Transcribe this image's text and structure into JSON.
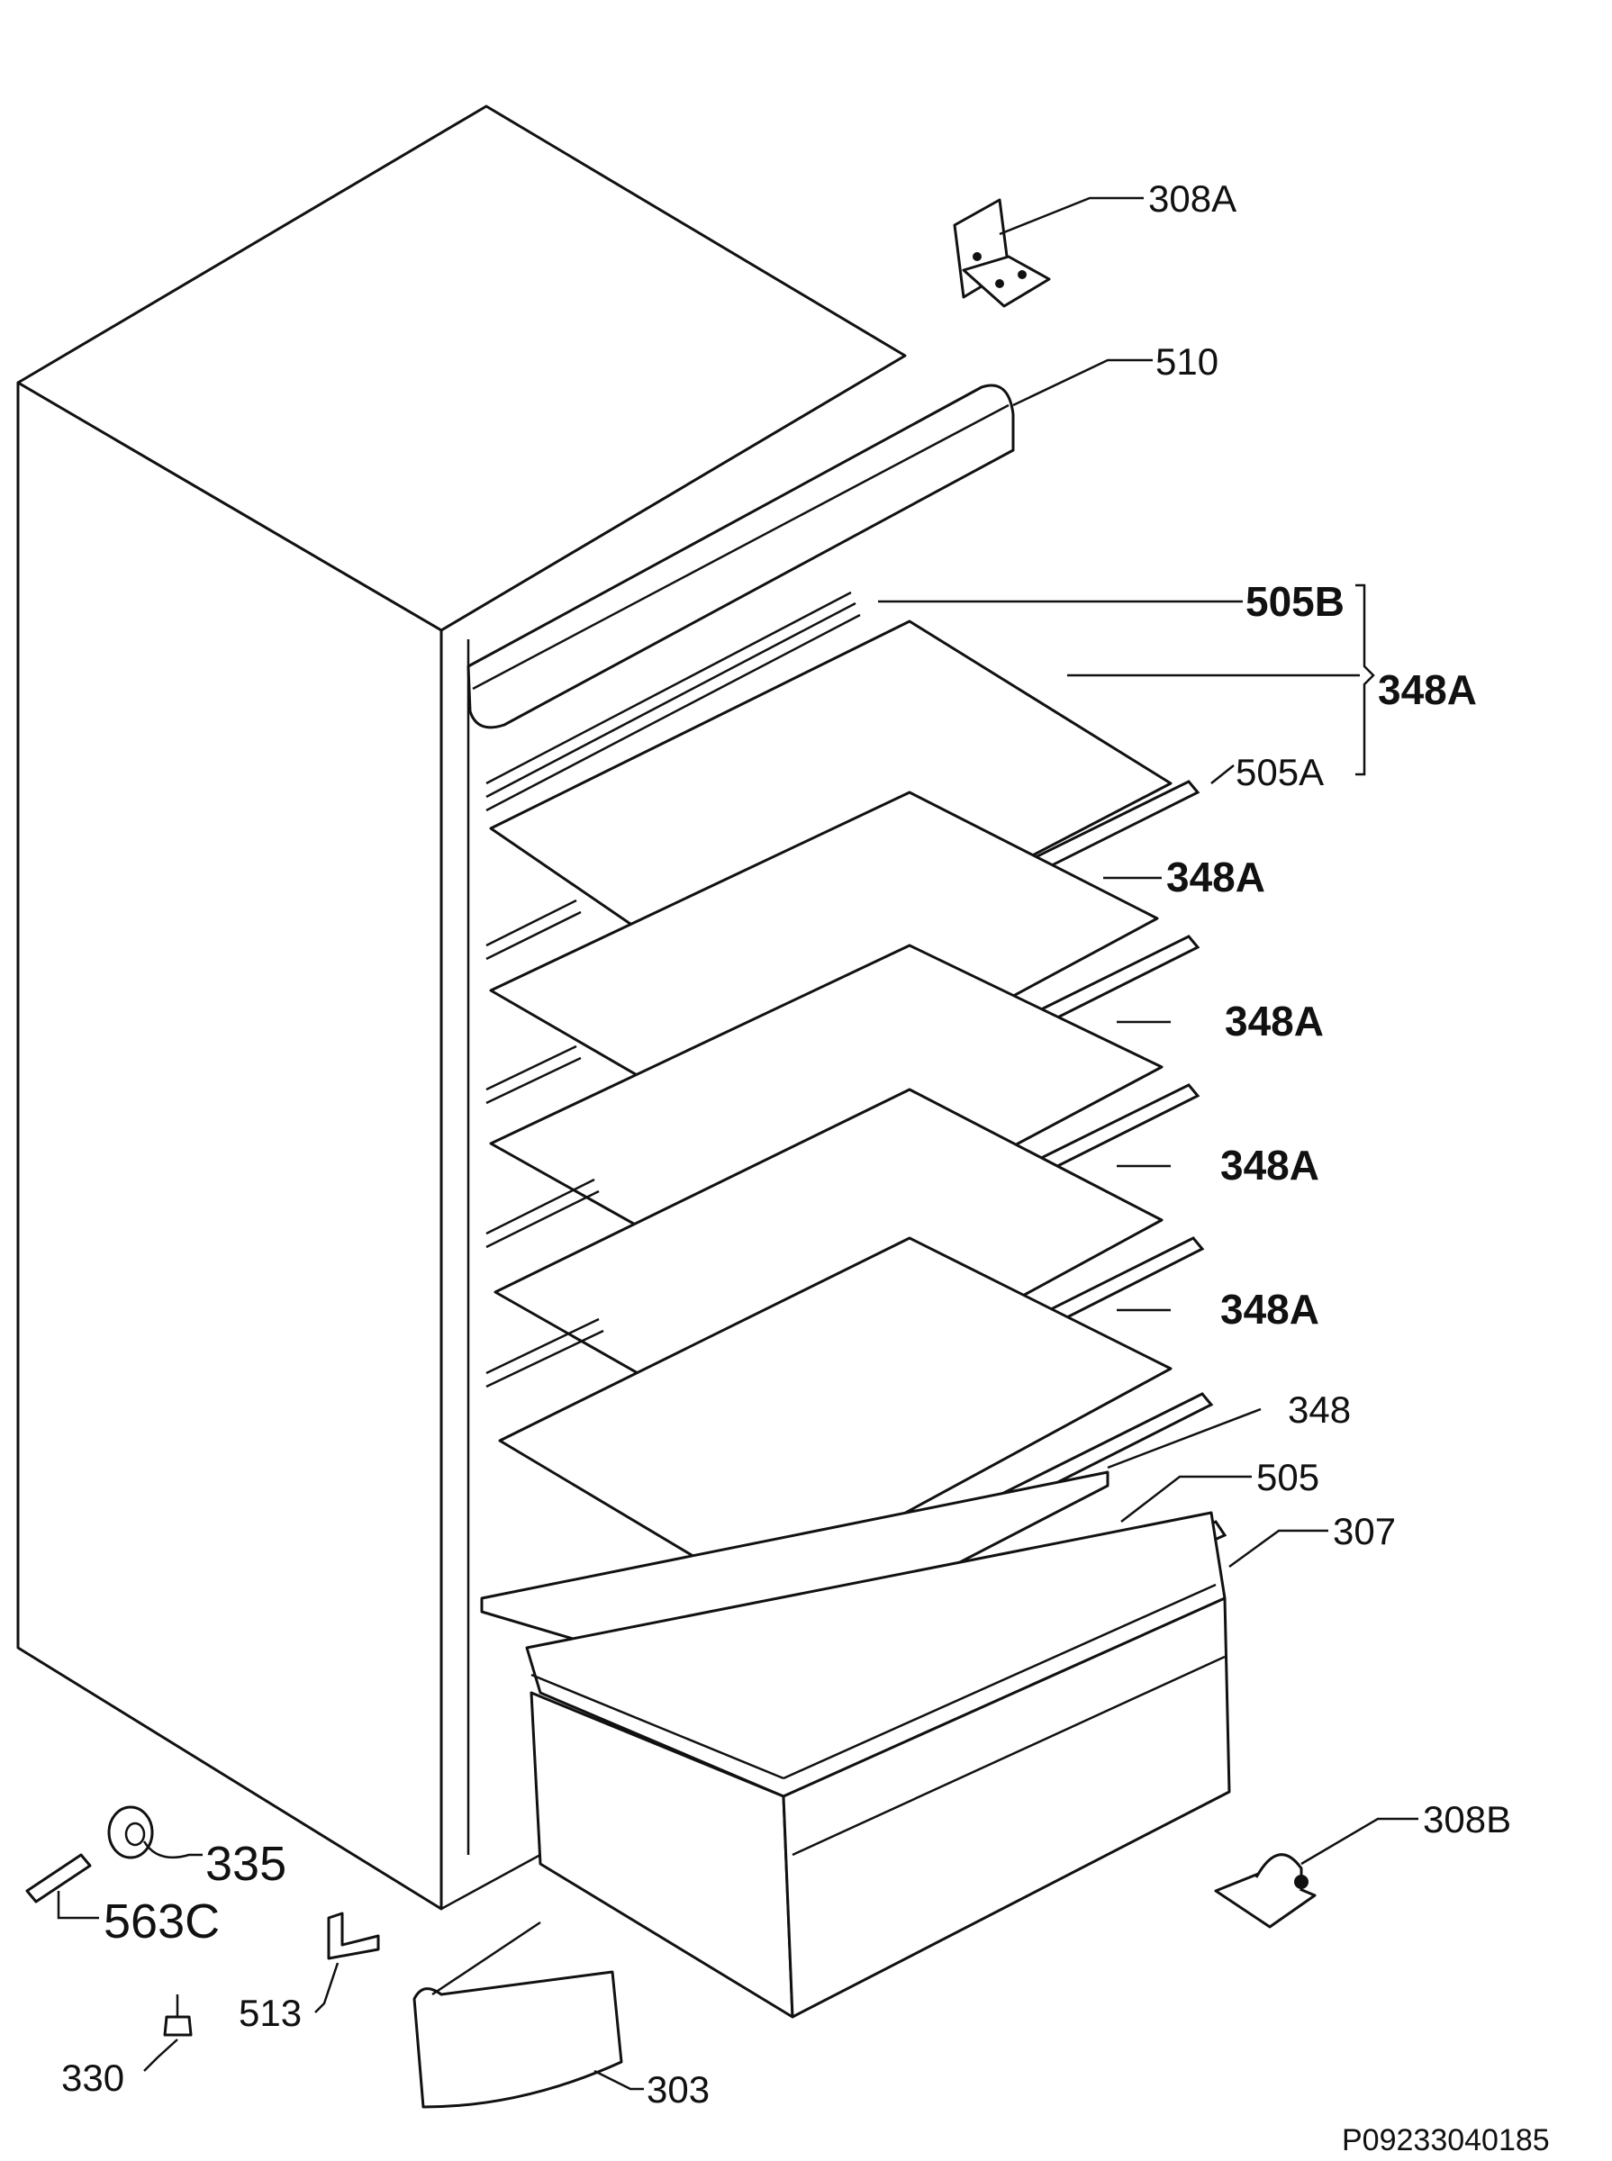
{
  "labels": {
    "p308a": "308A",
    "p510": "510",
    "p505b": "505B",
    "p348a_group": "348A",
    "p505a": "505A",
    "p348a_1": "348A",
    "p348a_2": "348A",
    "p348a_3": "348A",
    "p348a_4": "348A",
    "p348": "348",
    "p505": "505",
    "p307": "307",
    "p308b": "308B",
    "p335": "335",
    "p563c": "563C",
    "p513": "513",
    "p330": "330",
    "p303": "303"
  },
  "drawing_ref": "P09233040185"
}
